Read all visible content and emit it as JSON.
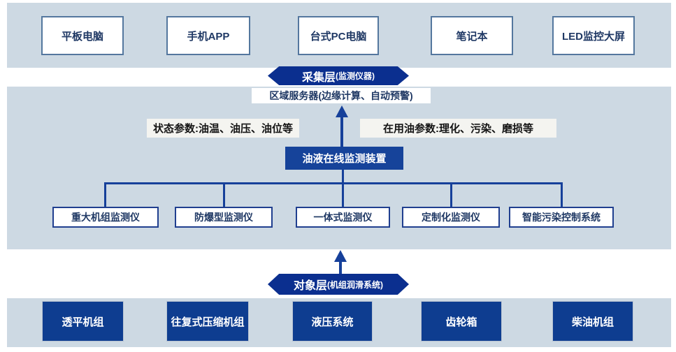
{
  "colors": {
    "band_background": "#cdd9e3",
    "badge_navy": "#0b2f8f",
    "monitor_box_blue": "#16439a",
    "machine_box_blue": "#0e3d90",
    "connector_line": "#16409a",
    "device_border": "#54779e",
    "instrument_border": "#203f8f",
    "navy_text": "#1f3864"
  },
  "display_layer": {
    "devices": [
      "平板电脑",
      "手机APP",
      "台式PC电脑",
      "笔记本",
      "LED监控大屏"
    ]
  },
  "collection_layer": {
    "badge_main": "采集层",
    "badge_sub": "(监测仪器)",
    "server_label": "区域服务器(边缘计算、自动预警)",
    "status_params_label": "状态参数:油温、油压、油位等",
    "oil_params_label": "在用油参数:理化、污染、磨损等",
    "monitor_device_label": "油液在线监测装置",
    "instruments": [
      "重大机组监测仪",
      "防爆型监测仪",
      "一体式监测仪",
      "定制化监测仪",
      "智能污染控制系统"
    ]
  },
  "object_layer": {
    "badge_main": "对象层 ",
    "badge_sub": "(机组润滑系统)",
    "machines": [
      "透平机组",
      "往复式压缩机组",
      "液压系统",
      "齿轮箱",
      "柴油机组"
    ]
  }
}
